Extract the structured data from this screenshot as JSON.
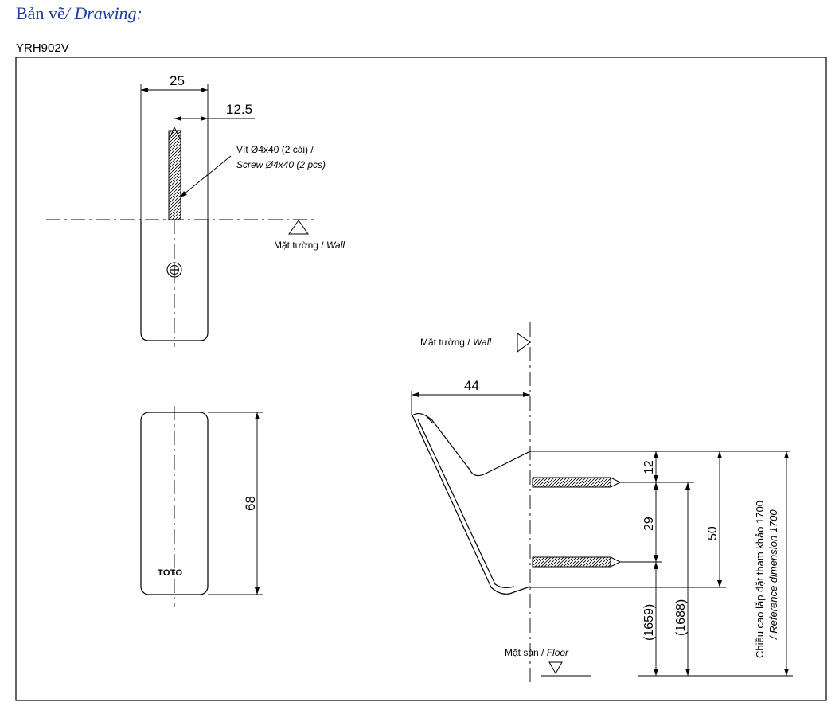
{
  "header": {
    "title_vn": "Bản vẽ",
    "title_en": "/ Drawing:",
    "model": "YRH902V"
  },
  "labels": {
    "screw_vn": "Vít Ø4x40 (2 cái) /",
    "screw_en": "Screw Ø4x40 (2 pcs)",
    "wall_vn": "Mặt tường /",
    "wall_en": "Wall",
    "floor_vn": "Mặt sàn /",
    "floor_en": "Floor",
    "ref_vn": "Chiều cao lắp đặt tham khảo 1700",
    "ref_en": "/ Reference dimension 1700",
    "logo": "TOTO"
  },
  "dimensions": {
    "width_25": "25",
    "half_12_5": "12.5",
    "height_68": "68",
    "depth_44": "44",
    "d12": "12",
    "d29": "29",
    "d50": "50",
    "h1659": "(1659)",
    "h1688": "(1688)"
  }
}
